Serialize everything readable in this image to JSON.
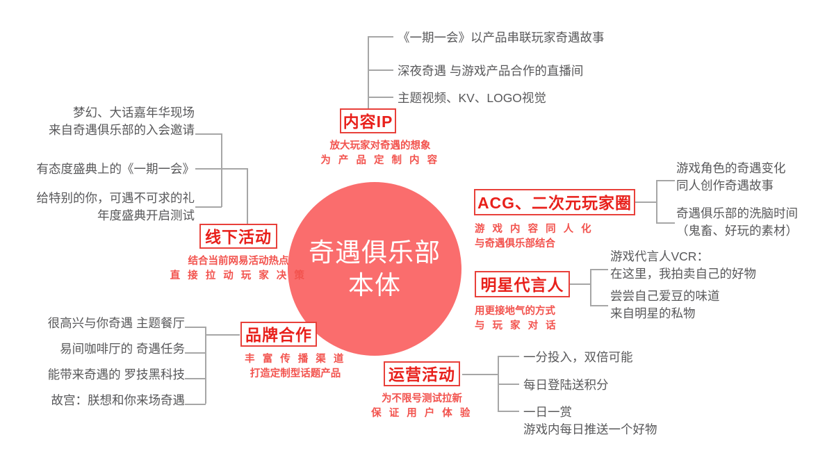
{
  "hub": {
    "line1": "奇遇俱乐部",
    "line2": "本体",
    "color": "#fa6d6d",
    "text_color": "#ffffff"
  },
  "theme": {
    "accent_red": "#e8201b",
    "box_border": "#e8403a",
    "caption_red": "#f2534e",
    "leaf_gray": "#58585a",
    "connector_gray": "#a6a6a6",
    "background": "#ffffff"
  },
  "branches": {
    "content_ip": {
      "label": "内容IP",
      "caption_line1": "放大玩家对奇遇的想象",
      "caption_line2": "为 产 品 定 制 内 容",
      "items": [
        "《一期一会》以产品串联玩家奇遇故事",
        "深夜奇遇 与游戏产品合作的直播间",
        "主题视频、KV、LOGO视觉"
      ]
    },
    "offline_events": {
      "label": "线下活动",
      "caption_line1": "结合当前网易活动热点",
      "caption_line2": "直 接 拉 动 玩 家 决 策",
      "items": [
        {
          "line1": "梦幻、大话嘉年华现场",
          "line2": "来自奇遇俱乐部的入会邀请"
        },
        {
          "line1": "有态度盛典上的《一期一会》",
          "line2": ""
        },
        {
          "line1": "给特别的你，可遇不可求的礼",
          "line2": "年度盛典开启测试"
        }
      ]
    },
    "acg": {
      "label": "ACG、二次元玩家圈",
      "caption_line1": "游 戏 内 容 同 人 化",
      "caption_line2": "与奇遇俱乐部结合",
      "items": [
        {
          "line1": "游戏角色的奇遇变化",
          "line2": "同人创作奇遇故事"
        },
        {
          "line1": "奇遇俱乐部的洗脑时间",
          "line2": "（鬼畜、好玩的素材）"
        }
      ]
    },
    "celebrity": {
      "label": "明星代言人",
      "caption_line1": "用更接地气的方式",
      "caption_line2": "与 玩 家 对 话",
      "items": [
        {
          "line1": "游戏代言人VCR：",
          "line2": "在这里，我拍卖自己的好物"
        },
        {
          "line1": "尝尝自己爱豆的味道",
          "line2": "来自明星的私物"
        }
      ]
    },
    "brand_coop": {
      "label": "品牌合作",
      "caption_line1": "丰 富 传 播 渠 道",
      "caption_line2": "打造定制型话题产品",
      "items": [
        "很高兴与你奇遇 主题餐厅",
        "易间咖啡厅的 奇遇任务",
        "能带来奇遇的 罗技黑科技",
        "故宫：朕想和你来场奇遇"
      ]
    },
    "operations": {
      "label": "运营活动",
      "caption_line1": "为不限号测试拉新",
      "caption_line2": "保 证 用 户 体 验",
      "items": [
        {
          "line1": "一分投入，双倍可能",
          "line2": ""
        },
        {
          "line1": "每日登陆送积分",
          "line2": ""
        },
        {
          "line1": "一日一赏",
          "line2": "游戏内每日推送一个好物"
        }
      ]
    }
  }
}
